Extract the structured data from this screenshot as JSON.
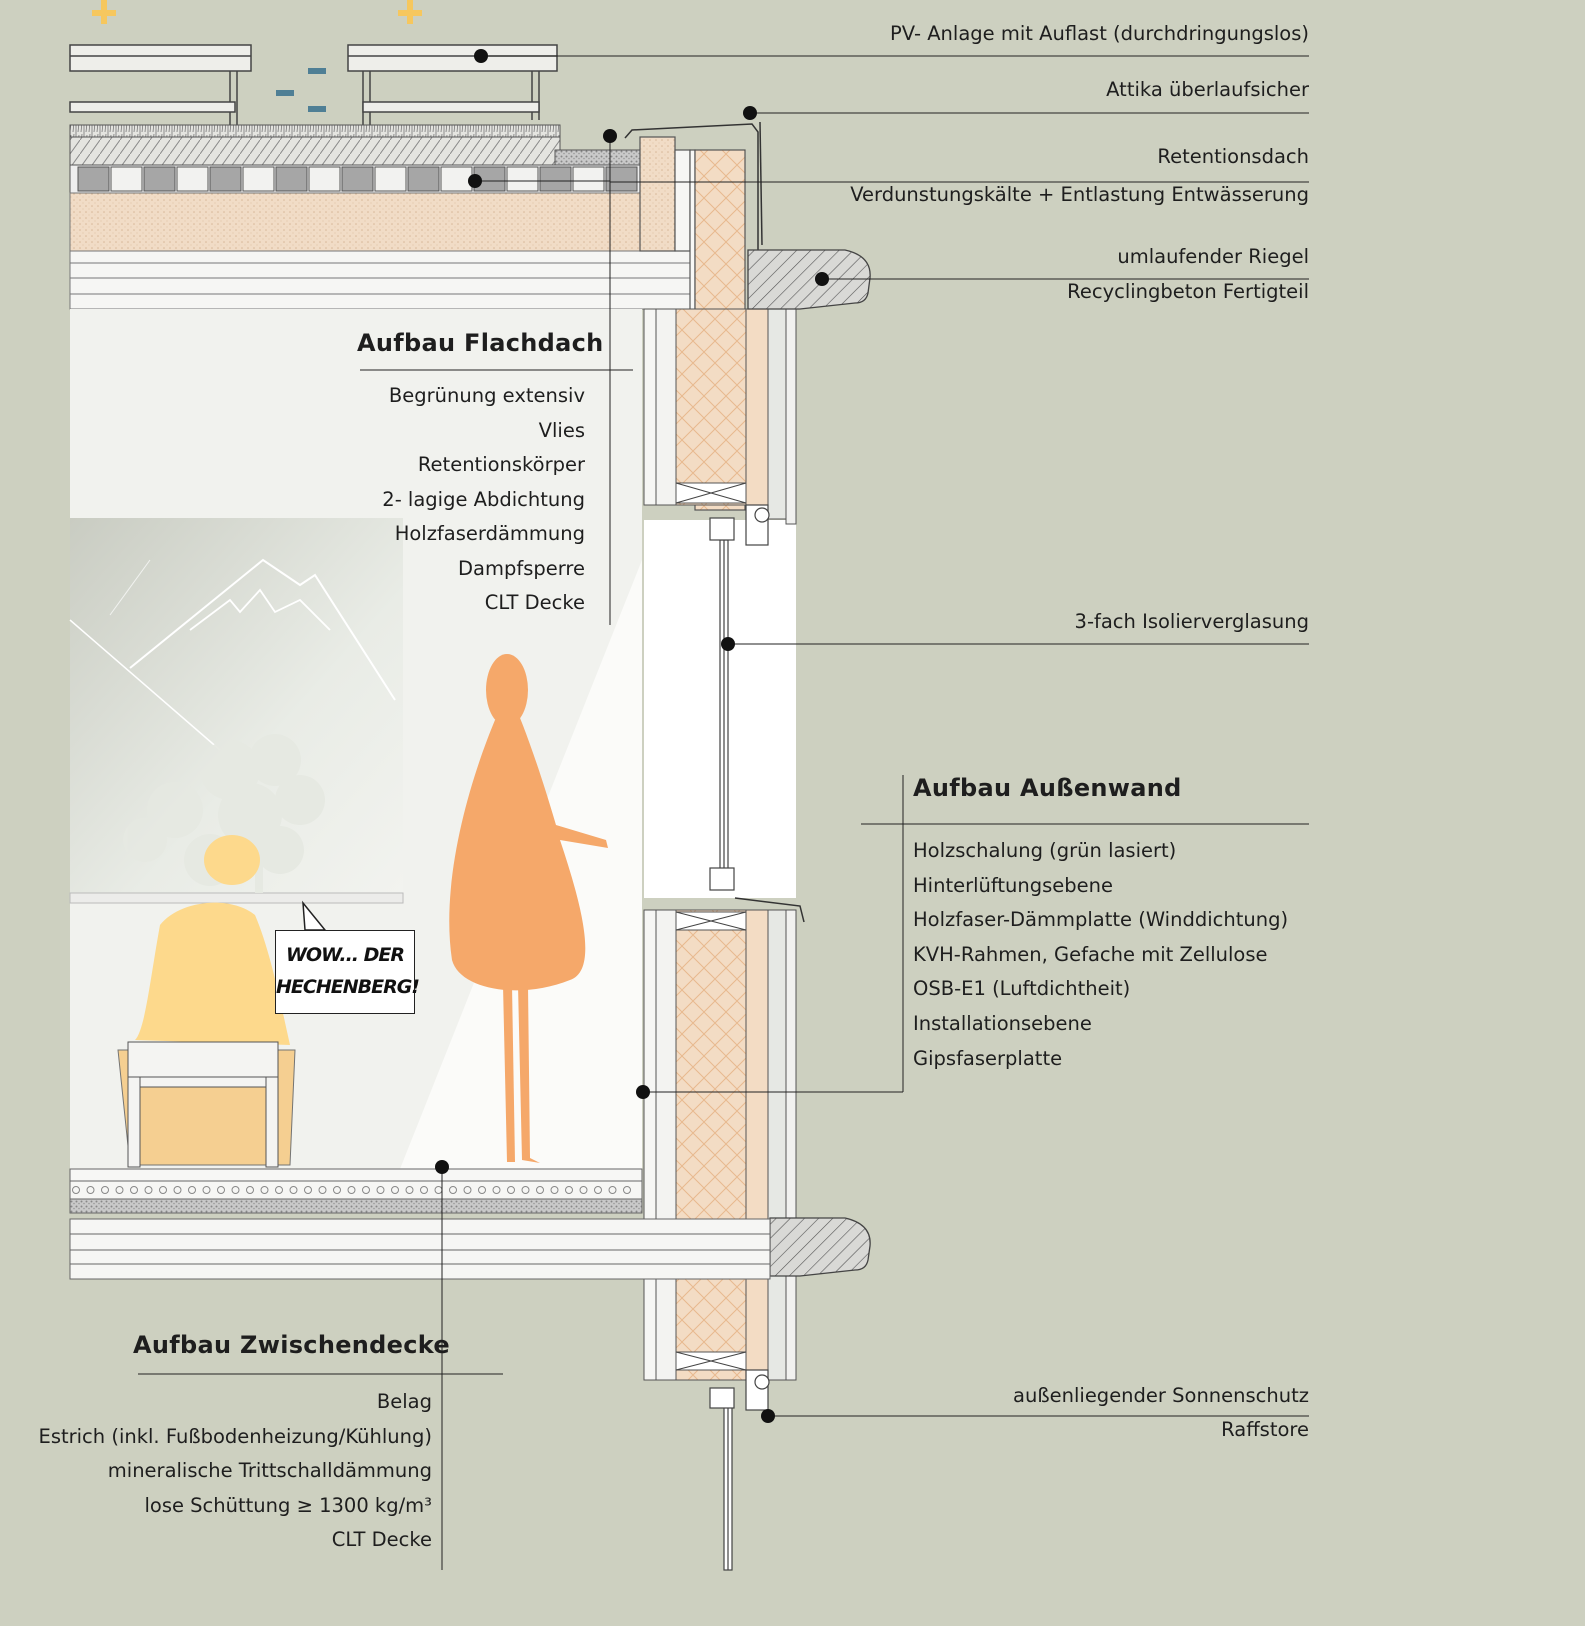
{
  "labels": {
    "pv": "PV- Anlage mit Auflast (durchdringungslos)",
    "attika": "Attika überlaufsicher",
    "retentionsdach": "Retentionsdach",
    "verdunstung": "Verdunstungskälte + Entlastung Entwässerung",
    "riegel": "umlaufender Riegel",
    "recyclingbeton": "Recyclingbeton Fertigteil",
    "verglasung": "3-fach Isolierverglasung",
    "sonnenschutz": "außenliegender Sonnenschutz",
    "raffstore": "Raffstore"
  },
  "flachdach": {
    "title": "Aufbau Flachdach",
    "items": [
      "Begrünung extensiv",
      "Vlies",
      "Retentionskörper",
      "2- lagige Abdichtung",
      "Holzfaserdämmung",
      "Dampfsperre",
      "CLT Decke"
    ]
  },
  "aussenwand": {
    "title": "Aufbau Außenwand",
    "items": [
      "Holzschalung (grün lasiert)",
      "Hinterlüftungsebene",
      "Holzfaser-Dämmplatte (Winddichtung)",
      "KVH-Rahmen, Gefache mit Zellulose",
      "OSB-E1 (Luftdichtheit)",
      "Installationsebene",
      "Gipsfaserplatte"
    ]
  },
  "zwischendecke": {
    "title": "Aufbau Zwischendecke",
    "items": [
      "Belag",
      "Estrich (inkl. Fußbodenheizung/Kühlung)",
      "mineralische Trittschalldämmung",
      "lose Schüttung ≥ 1300 kg/m³",
      "CLT Decke"
    ]
  },
  "speech_bubble": {
    "line1": "WOW... DER",
    "line2": "HECHENBERG!"
  },
  "colors": {
    "background": "#cdd0c0",
    "insulation": "#f3dcc4",
    "person": "#f5a86a",
    "person_sitting": "#fdd98c",
    "sun": "#f6c75e",
    "rain": "#4f7f95"
  }
}
